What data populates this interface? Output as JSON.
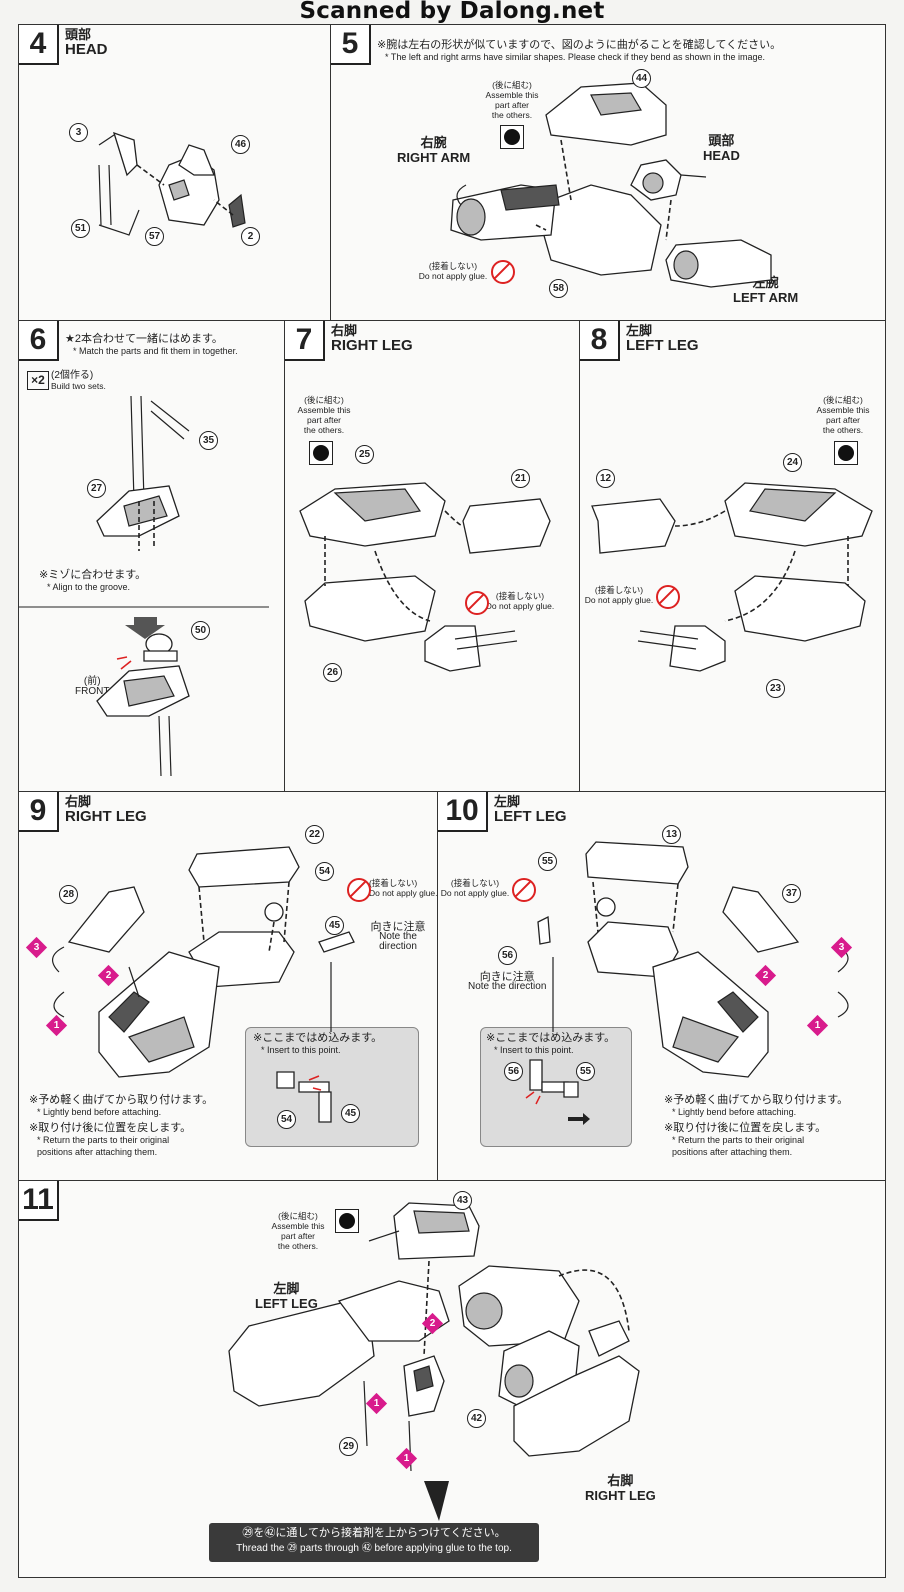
{
  "watermark": "Scanned by Dalong.net",
  "p4": {
    "num": "4",
    "title_jp": "頭部",
    "title_en": "HEAD",
    "parts": [
      "3",
      "46",
      "51",
      "57",
      "2"
    ]
  },
  "p5": {
    "num": "5",
    "note_jp": "※腕は左右の形状が似ていますので、図のように曲がることを確認してください。",
    "note_en": "* The left and right arms have similar shapes. Please check if they bend as shown in the image.",
    "later_jp": "(後に組む)",
    "later_en1": "Assemble this",
    "later_en2": "part after",
    "later_en3": "the others.",
    "right_arm_jp": "右腕",
    "right_arm_en": "RIGHT ARM",
    "head_jp": "頭部",
    "head_en": "HEAD",
    "left_arm_jp": "左腕",
    "left_arm_en": "LEFT ARM",
    "noglue_jp": "(接着しない)",
    "noglue_en": "Do not apply glue.",
    "parts": [
      "44",
      "58"
    ]
  },
  "p6": {
    "num": "6",
    "note_jp": "★2本合わせて一緒にはめます。",
    "note_en": "* Match the parts and fit them in together.",
    "x2": "×2",
    "x2_jp": "(2個作る)",
    "x2_en": "Build two sets.",
    "groove_jp": "※ミゾに合わせます。",
    "groove_en": "* Align to the groove.",
    "front_jp": "(前)",
    "front_en": "FRONT",
    "parts": [
      "35",
      "27",
      "50"
    ]
  },
  "p7": {
    "num": "7",
    "title_jp": "右脚",
    "title_en": "RIGHT LEG",
    "later_jp": "(後に組む)",
    "later_en1": "Assemble this",
    "later_en2": "part after",
    "later_en3": "the others.",
    "noglue_jp": "(接着しない)",
    "noglue_en": "Do not apply glue.",
    "parts": [
      "25",
      "21",
      "26"
    ]
  },
  "p8": {
    "num": "8",
    "title_jp": "左脚",
    "title_en": "LEFT LEG",
    "later_jp": "(後に組む)",
    "later_en1": "Assemble this",
    "later_en2": "part after",
    "later_en3": "the others.",
    "noglue_jp": "(接着しない)",
    "noglue_en": "Do not apply glue.",
    "parts": [
      "24",
      "12",
      "23"
    ]
  },
  "p9": {
    "num": "9",
    "title_jp": "右脚",
    "title_en": "RIGHT LEG",
    "noglue_jp": "(接着しない)",
    "noglue_en": "Do not apply glue.",
    "dir_jp": "向きに注意",
    "dir_en": "Note the direction",
    "insert_jp": "※ここまではめ込みます。",
    "insert_en": "* Insert to this point.",
    "bend_jp": "※予め軽く曲げてから取り付けます。",
    "bend_en": "* Lightly bend before attaching.",
    "return_jp": "※取り付け後に位置を戻します。",
    "return_en1": "* Return the parts to their original",
    "return_en2": "positions after attaching them.",
    "parts": [
      "22",
      "28",
      "54",
      "45"
    ],
    "steps": [
      "1",
      "2",
      "3"
    ]
  },
  "p10": {
    "num": "10",
    "title_jp": "左脚",
    "title_en": "LEFT LEG",
    "noglue_jp": "(接着しない)",
    "noglue_en": "Do not apply glue.",
    "dir_jp": "向きに注意",
    "dir_en": "Note the direction",
    "insert_jp": "※ここまではめ込みます。",
    "insert_en": "* Insert to this point.",
    "bend_jp": "※予め軽く曲げてから取り付けます。",
    "bend_en": "* Lightly bend before attaching.",
    "return_jp": "※取り付け後に位置を戻します。",
    "return_en1": "* Return the parts to their original",
    "return_en2": "positions after attaching them.",
    "parts": [
      "13",
      "55",
      "37",
      "56"
    ],
    "steps": [
      "1",
      "2",
      "3"
    ]
  },
  "p11": {
    "num": "11",
    "later_jp": "(後に組む)",
    "later_en1": "Assemble this",
    "later_en2": "part after",
    "later_en3": "the others.",
    "left_leg_jp": "左脚",
    "left_leg_en": "LEFT LEG",
    "right_leg_jp": "右脚",
    "right_leg_en": "RIGHT LEG",
    "thread_jp": "㉙を㊷に通してから接着剤を上からつけてください。",
    "thread_en": "Thread the ㉙ parts through ㊷ before applying glue to the top.",
    "parts": [
      "43",
      "29",
      "42"
    ],
    "steps": [
      "1",
      "2"
    ]
  }
}
